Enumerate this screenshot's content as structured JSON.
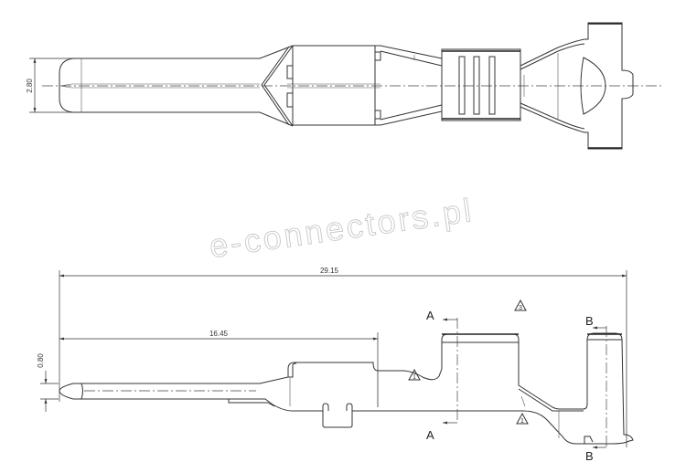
{
  "watermark": "e-connectors.pl",
  "top_view": {
    "width_dimension": "2.80"
  },
  "side_view": {
    "overall_length": "29.15",
    "contact_length": "16.45",
    "pin_thickness": "0.80",
    "section_a_label": "A",
    "section_b_label": "B",
    "notes": [
      "1",
      "3",
      "1"
    ]
  }
}
